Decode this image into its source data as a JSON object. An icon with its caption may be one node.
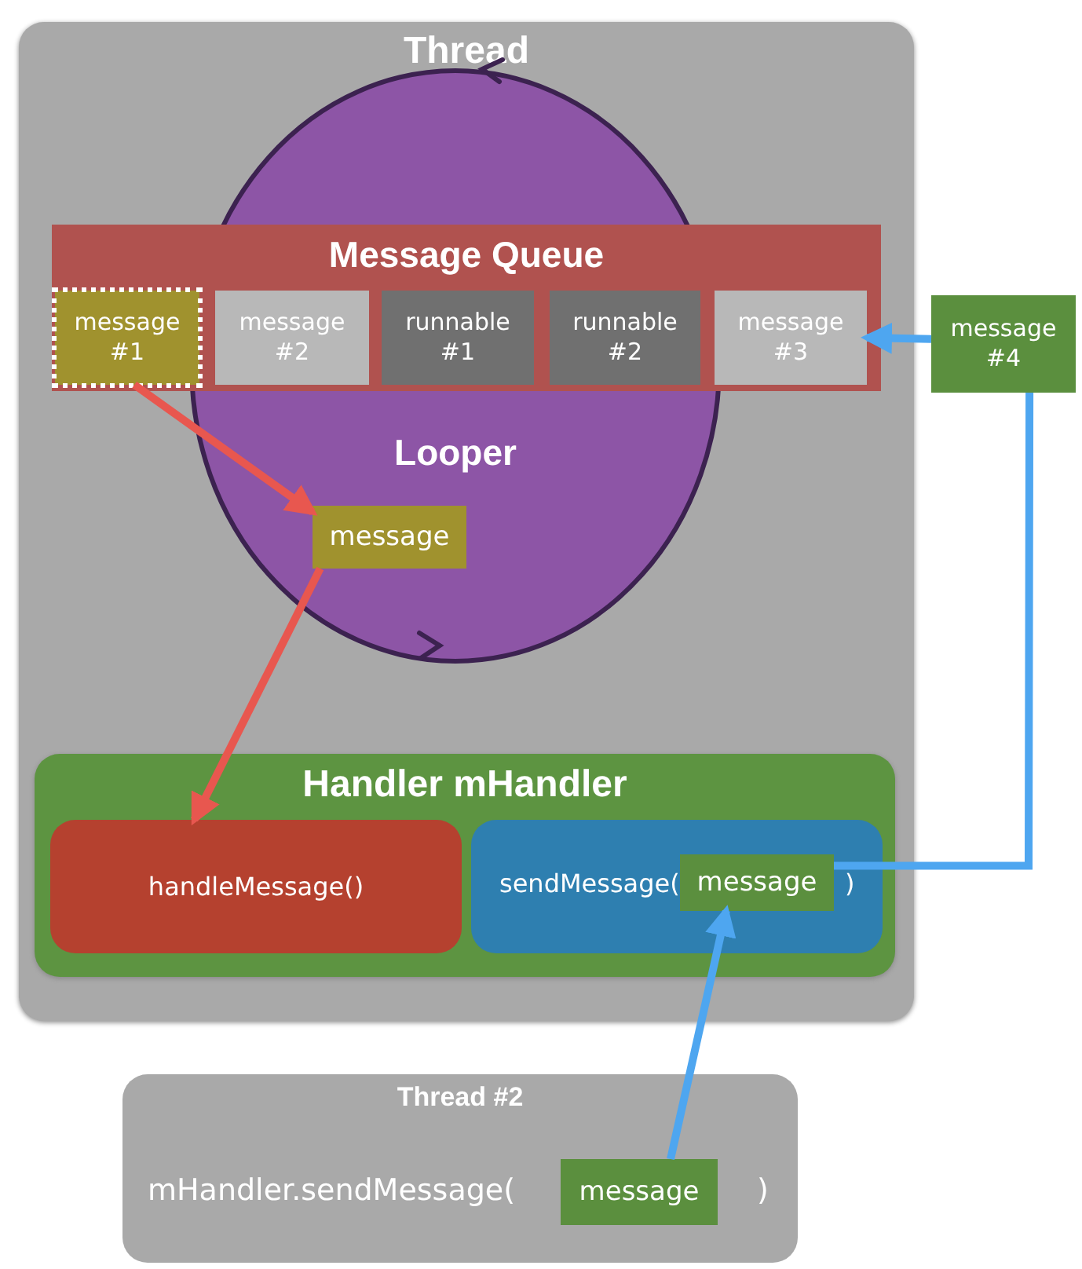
{
  "diagram": {
    "nodes": [
      {
        "text": [
          "Thread"
        ]
      },
      {
        "text": [
          "Looper"
        ],
        "in": 0
      },
      {
        "text": [
          "Message Queue"
        ],
        "in": 0
      },
      {
        "text": [
          "message #1"
        ],
        "in": 2
      },
      {
        "text": [
          "message #2"
        ]
      },
      {
        "text": [
          "runnable #1"
        ]
      },
      {
        "text": [
          "runnable #2"
        ]
      },
      {
        "text": [
          "message #3"
        ],
        "in": 2
      },
      {
        "text": [
          "message #4"
        ]
      },
      {
        "text": [
          "message"
        ],
        "in": 1
      },
      {
        "text": [
          "Handler mHandler"
        ],
        "in": 0
      },
      {
        "text": [
          "handleMessage()"
        ],
        "in": 10
      },
      {
        "text": [
          "sendMessage(",
          ")"
        ],
        "in": 10
      },
      {
        "text": [
          "message"
        ],
        "in": 12
      },
      {
        "text": [
          "Thread #2",
          "mHandler.sendMessage(",
          ")"
        ]
      },
      {
        "text": [
          "message"
        ],
        "in": 14
      }
    ],
    "edges": [
      {
        "from": 3,
        "to": 9,
        "arrow": "to",
        "color": "#e8574f"
      },
      {
        "from": 9,
        "to": 11,
        "arrow": "to",
        "color": "#e8574f"
      },
      {
        "from": 13,
        "to": 8,
        "arrow": "none",
        "color": "#4ea6f0"
      },
      {
        "from": 8,
        "to": 7,
        "arrow": "to",
        "color": "#4ea6f0"
      },
      {
        "from": 15,
        "to": 13,
        "arrow": "to",
        "color": "#4ea6f0"
      }
    ]
  }
}
